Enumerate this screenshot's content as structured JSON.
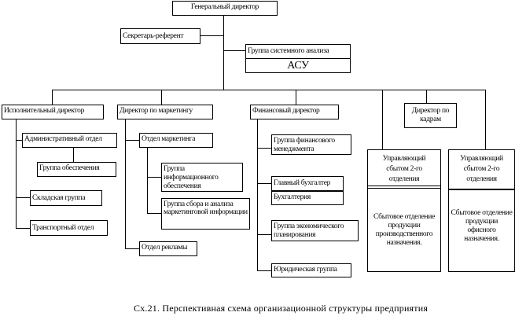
{
  "diagram": {
    "general_director": "Генеральный директор",
    "secretary": "Секретарь-референт",
    "system_analysis": {
      "title": "Группа системного анализа",
      "sub": "АСУ"
    },
    "exec": {
      "director": "Исполнительный директор",
      "admin_dept": "Административный отдел",
      "supply_group": "Группа обеспечения",
      "warehouse_group": "Складская группа",
      "transport_dept": "Транспортный отдел"
    },
    "marketing": {
      "director": "Директор по маркетингу",
      "marketing_dept": "Отдел маркетинга",
      "info_group": "Группа информационного обеспечения",
      "analysis_group": "Группа сбора и анализа маркетинговой информации",
      "ads_dept": "Отдел рекламы"
    },
    "finance": {
      "director": "Финансовый директор",
      "fin_mgmt": "Группа финансового менеджмента",
      "chief_accountant": "Главный бухгалтер",
      "accounting": "Бухгалтерия",
      "economic_planning": "Группа экономического планирования",
      "legal": "Юридическая группа"
    },
    "hr": {
      "director": "Директор по кадрам"
    },
    "sales1": {
      "title": "Управляющий сбытом 2-го отделения",
      "body": "Сбытовое отделение продукции производственного назначения."
    },
    "sales2": {
      "title": "Управляющий сбытом 2-го отделения",
      "body": "Сбытовое отделение продукции офисного назначения."
    },
    "caption": "Сх.21. Перспективная схема организационной структуры предприятия"
  }
}
